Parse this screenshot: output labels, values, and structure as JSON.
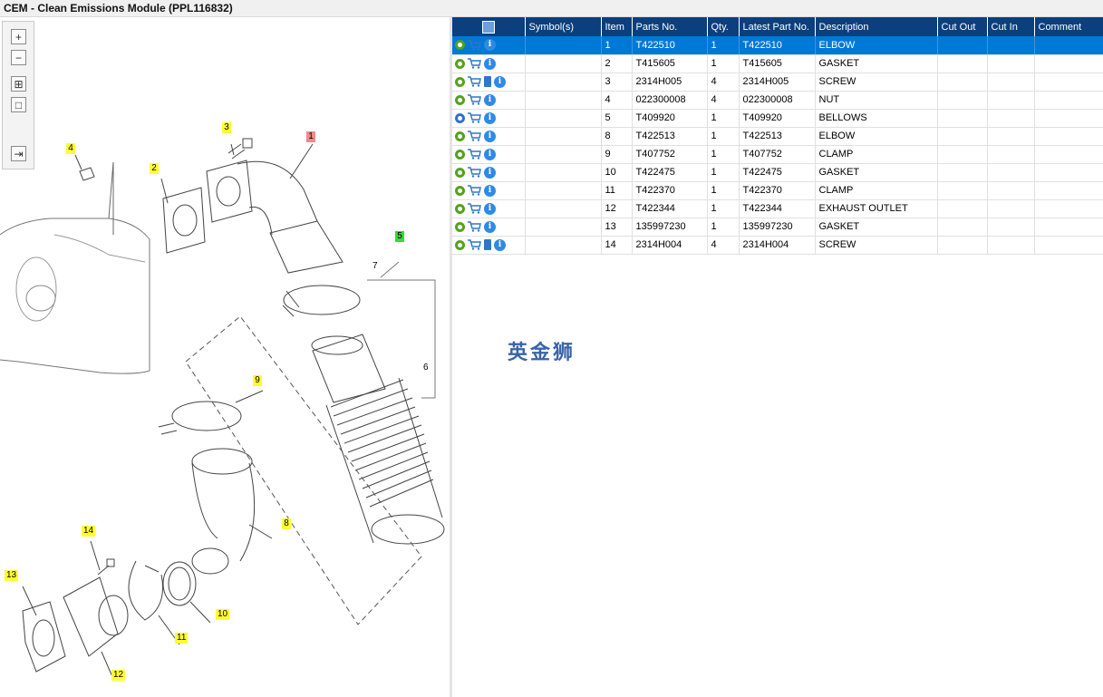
{
  "window": {
    "title": "CEM - Clean Emissions Module (PPL116832)"
  },
  "toolbar": {
    "zoom_in": "zoom-in-icon",
    "zoom_out": "zoom-out-icon",
    "fit_all": "fit-all-icon",
    "fit_window": "fit-window-icon",
    "export": "export-icon"
  },
  "diagram": {
    "callouts": [
      "1",
      "2",
      "3",
      "4",
      "5",
      "8",
      "9",
      "10",
      "11",
      "12",
      "13",
      "14"
    ],
    "plain_labels": [
      "6",
      "7"
    ]
  },
  "table": {
    "columns": [
      "",
      "Symbol(s)",
      "Item",
      "Parts No.",
      "Qty.",
      "Latest Part No.",
      "Description",
      "Cut Out",
      "Cut In",
      "Comment"
    ],
    "rows": [
      {
        "item": "1",
        "part_no": "T422510",
        "qty": "1",
        "latest": "T422510",
        "desc": "ELBOW",
        "icons": [
          "gear",
          "cart",
          "info"
        ],
        "selected": true
      },
      {
        "item": "2",
        "part_no": "T415605",
        "qty": "1",
        "latest": "T415605",
        "desc": "GASKET",
        "icons": [
          "gear",
          "cart",
          "info"
        ]
      },
      {
        "item": "3",
        "part_no": "2314H005",
        "qty": "4",
        "latest": "2314H005",
        "desc": "SCREW",
        "icons": [
          "gear",
          "cart",
          "book",
          "info"
        ]
      },
      {
        "item": "4",
        "part_no": "022300008",
        "qty": "4",
        "latest": "022300008",
        "desc": "NUT",
        "icons": [
          "gear",
          "cart",
          "info"
        ]
      },
      {
        "item": "5",
        "part_no": "T409920",
        "qty": "1",
        "latest": "T409920",
        "desc": "BELLOWS",
        "icons": [
          "gear-blue",
          "cart",
          "info"
        ]
      },
      {
        "item": "8",
        "part_no": "T422513",
        "qty": "1",
        "latest": "T422513",
        "desc": "ELBOW",
        "icons": [
          "gear",
          "cart",
          "info"
        ]
      },
      {
        "item": "9",
        "part_no": "T407752",
        "qty": "1",
        "latest": "T407752",
        "desc": "CLAMP",
        "icons": [
          "gear",
          "cart",
          "info"
        ]
      },
      {
        "item": "10",
        "part_no": "T422475",
        "qty": "1",
        "latest": "T422475",
        "desc": "GASKET",
        "icons": [
          "gear",
          "cart",
          "info"
        ]
      },
      {
        "item": "11",
        "part_no": "T422370",
        "qty": "1",
        "latest": "T422370",
        "desc": "CLAMP",
        "icons": [
          "gear",
          "cart",
          "info"
        ]
      },
      {
        "item": "12",
        "part_no": "T422344",
        "qty": "1",
        "latest": "T422344",
        "desc": "EXHAUST OUTLET",
        "icons": [
          "gear",
          "cart",
          "info"
        ]
      },
      {
        "item": "13",
        "part_no": "135997230",
        "qty": "1",
        "latest": "135997230",
        "desc": "GASKET",
        "icons": [
          "gear",
          "cart",
          "info"
        ]
      },
      {
        "item": "14",
        "part_no": "2314H004",
        "qty": "4",
        "latest": "2314H004",
        "desc": "SCREW",
        "icons": [
          "gear",
          "cart",
          "book",
          "info"
        ]
      }
    ]
  },
  "watermark": "英金狮",
  "colors": {
    "header": "#0b3f7d",
    "selected_row": "#0078d7",
    "callout": "#ffff33",
    "callout_selected": "#f08a8a",
    "callout_group": "#33dd33"
  }
}
